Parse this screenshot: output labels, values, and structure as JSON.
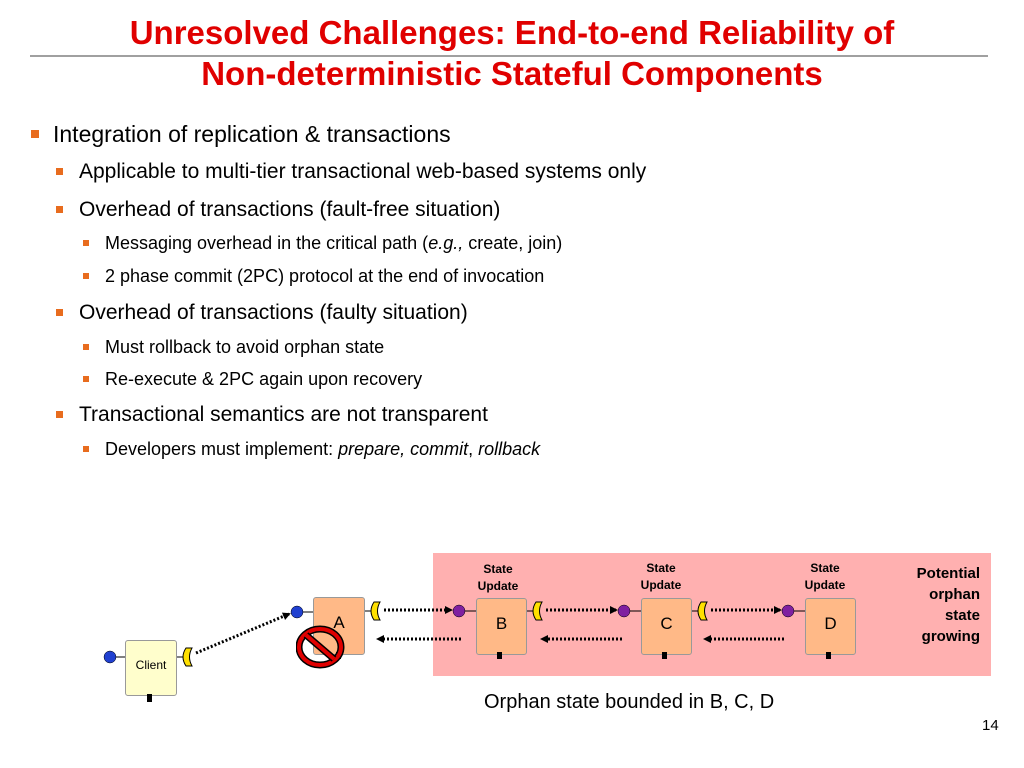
{
  "title": {
    "line1": "Unresolved Challenges: End-to-end Reliability of",
    "line2": "Non-deterministic Stateful Components"
  },
  "bullets": [
    {
      "level": 1,
      "text": "Integration of replication & transactions"
    },
    {
      "level": 2,
      "text": "Applicable to multi-tier transactional web-based systems only"
    },
    {
      "level": 2,
      "text": "Overhead of transactions (fault-free situation)"
    },
    {
      "level": 3,
      "text": "Messaging overhead in the critical path (",
      "em": "e.g.,",
      "tail": " create, join)"
    },
    {
      "level": 3,
      "text": "2 phase commit (2PC) protocol at the end of invocation"
    },
    {
      "level": 2,
      "text": "Overhead of transactions (faulty situation)"
    },
    {
      "level": 3,
      "text": "Must rollback to avoid orphan state"
    },
    {
      "level": 3,
      "text": "Re-execute & 2PC again upon recovery"
    },
    {
      "level": 2,
      "text": "Transactional semantics are not transparent"
    },
    {
      "level": 3,
      "text": "Developers must implement: ",
      "em1": "prepare, commit",
      "sep": ", ",
      "em2": "rollback"
    }
  ],
  "diagram": {
    "client": "Client",
    "nodes": [
      "A",
      "B",
      "C",
      "D"
    ],
    "state_update": {
      "line1": "State",
      "line2": "Update"
    },
    "potential": {
      "line1": "Potential",
      "line2": "orphan",
      "line3": "state",
      "line4": "growing"
    },
    "caption": "Orphan state bounded in B, C, D",
    "colors": {
      "region": "#ffb0b0",
      "node_fill": "#ffb987",
      "client_fill": "#fffecc",
      "receptacle": "#ffe000",
      "facet_client": "#2040d0",
      "facet_server": "#8020a0",
      "stop_sign": "#e00000",
      "title": "#e00000",
      "bullet": "#e86c1e"
    },
    "icons": [
      "stop-sign-icon",
      "facet-icon",
      "receptacle-icon"
    ]
  },
  "page_number": "14"
}
